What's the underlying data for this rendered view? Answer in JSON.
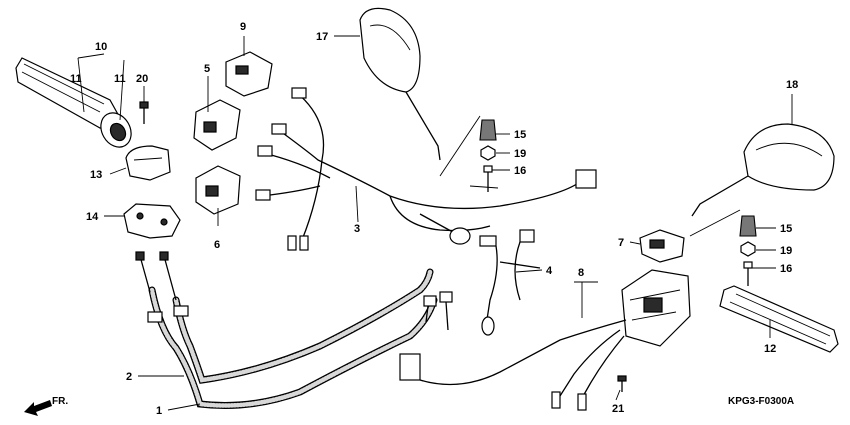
{
  "diagram": {
    "code": "KPG3-F0300A",
    "direction": "FR.",
    "callouts": {
      "n1": "1",
      "n2": "2",
      "n3": "3",
      "n4": "4",
      "n5": "5",
      "n6": "6",
      "n7": "7",
      "n8": "8",
      "n9": "9",
      "n10": "10",
      "n11a": "11",
      "n11b": "11",
      "n12": "12",
      "n13": "13",
      "n14": "14",
      "n15a": "15",
      "n15b": "15",
      "n16a": "16",
      "n16b": "16",
      "n17": "17",
      "n18": "18",
      "n19a": "19",
      "n19b": "19",
      "n20": "20",
      "n21": "21"
    }
  }
}
